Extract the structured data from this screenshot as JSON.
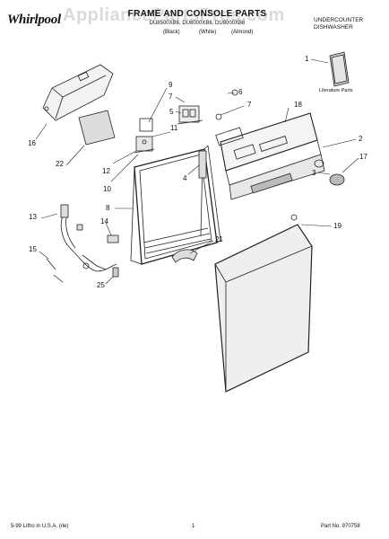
{
  "header": {
    "brand": "Whirlpool",
    "watermark": "AppliancePartsPros.com",
    "title": "FRAME AND CONSOLE PARTS",
    "models": "DU8500XB6, DU8000XB6, DU8000XB6",
    "colors": [
      "(Black)",
      "(White)",
      "(Almond)"
    ],
    "product_line1": "UNDERCOUNTER",
    "product_line2": "DISHWASHER"
  },
  "literature_label": "Literature Parts",
  "callouts": [
    "1",
    "2",
    "3",
    "4",
    "5",
    "6",
    "7",
    "7",
    "8",
    "9",
    "10",
    "11",
    "12",
    "13",
    "14",
    "15",
    "16",
    "17",
    "18",
    "19",
    "21",
    "22",
    "25"
  ],
  "footer": {
    "left": "5-99 Litho in U.S.A. (rle)",
    "page": "1",
    "part_no": "Part No. 970758"
  }
}
